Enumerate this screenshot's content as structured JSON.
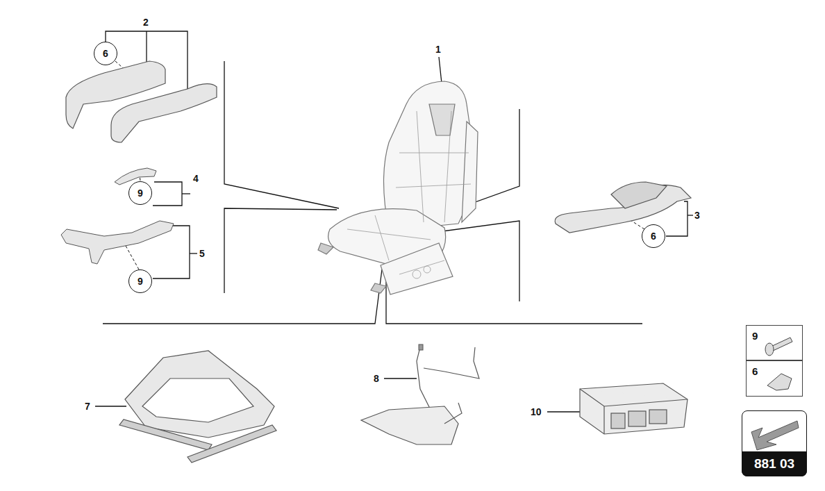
{
  "diagram": {
    "nodes": [
      {
        "text": [
          "6"
        ]
      },
      {
        "text": [
          "9"
        ]
      },
      {
        "text": [
          "6"
        ]
      },
      {
        "text": [
          "9"
        ]
      },
      {
        "text": [
          "9"
        ]
      },
      {
        "text": [
          "6"
        ]
      },
      {
        "text": [
          "881 03"
        ]
      }
    ],
    "labels": [
      "1",
      "2",
      "3",
      "4",
      "5",
      "7",
      "8",
      "10"
    ]
  }
}
